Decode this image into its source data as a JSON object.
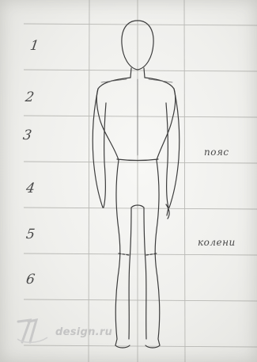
{
  "rows": [
    "1",
    "2",
    "3",
    "4",
    "5",
    "6"
  ],
  "annotations": {
    "waist": "пояс",
    "knees": "колени"
  },
  "watermark": {
    "logo_glyph": "7/",
    "text": "design.ru"
  },
  "colors": {
    "paper": "#f2f2ef",
    "guide_lines": "#b8b8b4",
    "pencil": "#3c3c3c",
    "watermark": "#c4c4c4"
  }
}
